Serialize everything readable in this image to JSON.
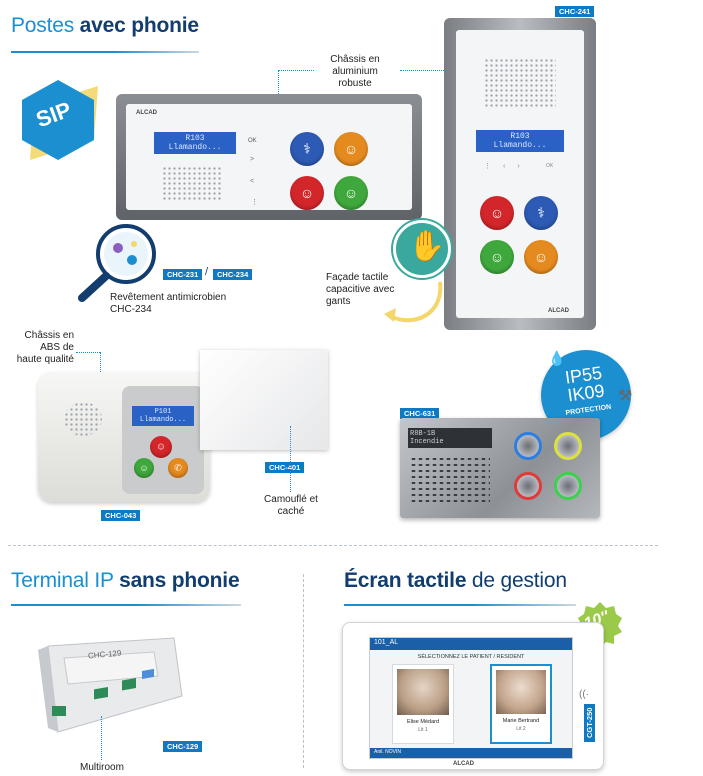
{
  "sections": {
    "phonie": {
      "title_light": "Postes ",
      "title_bold": "avec phonie"
    },
    "terminal": {
      "title_light": "Terminal IP ",
      "title_bold": "sans phonie"
    },
    "ecran": {
      "title_bold": "Écran tactile",
      "title_light": " de gestion"
    }
  },
  "badges": {
    "sip": "SIP",
    "ip": "IP55",
    "ik": "IK09",
    "protection": "PROTECTION",
    "size": "10''"
  },
  "tags": {
    "chc241": "CHC-241",
    "chc231": "CHC-231",
    "slash": "/",
    "chc234": "CHC-234",
    "chc401": "CHC-401",
    "chc043": "CHC-043",
    "chc631": "CHC-631",
    "chc129": "CHC-129",
    "cgt250": "CGT-250"
  },
  "notes": {
    "chassis_alu": "Châssis en aluminium robuste",
    "antimicrobien_1": "Revêtement antimicrobien",
    "antimicrobien_2": "CHC-234",
    "facade": "Façade tactile capacitive avec gants",
    "chassis_abs": "Châssis en ABS de haute qualité",
    "camoufle": "Camouflé et caché",
    "multiroom": "Multiroom"
  },
  "devices": {
    "brand": "ALCAD",
    "lcd_line1": "R103",
    "lcd_line2": "Llamando...",
    "ok": "OK",
    "small_lcd_1": "P101",
    "small_lcd_2": "Llamando...",
    "din_label": "CHC-129",
    "steel_lcd": "R8B-1B",
    "steel_lcd_2": "Incendie"
  },
  "tablet": {
    "header": "101_AL",
    "heading": "SÉLECTIONNEZ LE PATIENT / RESIDENT",
    "patient1_name": "Elise Médard",
    "patient1_bed": "Lit 1",
    "patient2_name": "Marie Bertrand",
    "patient2_bed": "Lit 2",
    "footer": "Anil. NOVIN",
    "brand": "ALCAD"
  },
  "colors": {
    "accent": "#1b8fd0",
    "navy": "#123d6e",
    "btn_blue": "#2c5ab4",
    "btn_orange": "#e58a1f",
    "btn_red": "#d3262a",
    "btn_green": "#3fa83c"
  }
}
